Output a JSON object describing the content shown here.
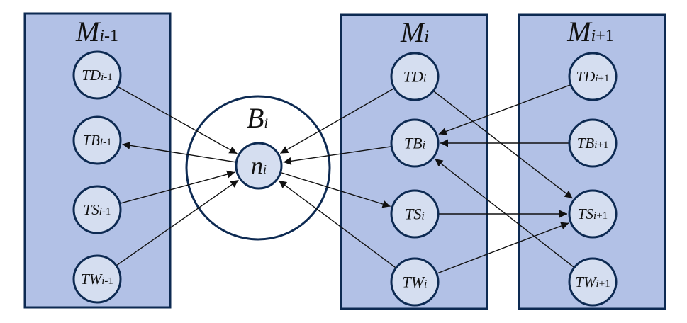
{
  "diagram": {
    "colors": {
      "box_fill": "#b2c1e6",
      "node_fill": "#d5def0",
      "stroke": "#0d2a52",
      "edge": "#111111"
    },
    "groups": [
      {
        "id": "M_prev",
        "main": "M",
        "sub": "i",
        "suffix": "-1"
      },
      {
        "id": "M_cur",
        "main": "M",
        "sub": "i",
        "suffix": ""
      },
      {
        "id": "M_next",
        "main": "M",
        "sub": "i",
        "suffix": "+1"
      }
    ],
    "center": {
      "outer": {
        "id": "B",
        "main": "B",
        "sub": "i"
      },
      "inner": {
        "id": "n",
        "main": "n",
        "sub": "i"
      }
    },
    "nodes": [
      {
        "id": "TD_prev",
        "group": "M_prev",
        "main": "TD",
        "sub": "i",
        "suffix": "-1"
      },
      {
        "id": "TB_prev",
        "group": "M_prev",
        "main": "TB",
        "sub": "i",
        "suffix": "-1"
      },
      {
        "id": "TS_prev",
        "group": "M_prev",
        "main": "TS",
        "sub": "i",
        "suffix": "-1"
      },
      {
        "id": "TW_prev",
        "group": "M_prev",
        "main": "TW",
        "sub": "i",
        "suffix": "-1"
      },
      {
        "id": "TD_cur",
        "group": "M_cur",
        "main": "TD",
        "sub": "i",
        "suffix": ""
      },
      {
        "id": "TB_cur",
        "group": "M_cur",
        "main": "TB",
        "sub": "i",
        "suffix": ""
      },
      {
        "id": "TS_cur",
        "group": "M_cur",
        "main": "TS",
        "sub": "i",
        "suffix": ""
      },
      {
        "id": "TW_cur",
        "group": "M_cur",
        "main": "TW",
        "sub": "i",
        "suffix": ""
      },
      {
        "id": "TD_next",
        "group": "M_next",
        "main": "TD",
        "sub": "i",
        "suffix": "+1"
      },
      {
        "id": "TB_next",
        "group": "M_next",
        "main": "TB",
        "sub": "i",
        "suffix": "+1"
      },
      {
        "id": "TS_next",
        "group": "M_next",
        "main": "TS",
        "sub": "i",
        "suffix": "+1"
      },
      {
        "id": "TW_next",
        "group": "M_next",
        "main": "TW",
        "sub": "i",
        "suffix": "+1"
      }
    ],
    "edges": [
      {
        "from": "TD_prev",
        "to": "n"
      },
      {
        "from": "n",
        "to": "TB_prev"
      },
      {
        "from": "TS_prev",
        "to": "n"
      },
      {
        "from": "TW_prev",
        "to": "n"
      },
      {
        "from": "TD_cur",
        "to": "n"
      },
      {
        "from": "TB_cur",
        "to": "n"
      },
      {
        "from": "n",
        "to": "TS_cur"
      },
      {
        "from": "TW_cur",
        "to": "n"
      },
      {
        "from": "TD_next",
        "to": "TB_cur"
      },
      {
        "from": "TB_next",
        "to": "TB_cur"
      },
      {
        "from": "TW_next",
        "to": "TB_cur"
      },
      {
        "from": "TD_cur",
        "to": "TS_next"
      },
      {
        "from": "TS_cur",
        "to": "TS_next"
      },
      {
        "from": "TW_cur",
        "to": "TS_next"
      }
    ]
  }
}
